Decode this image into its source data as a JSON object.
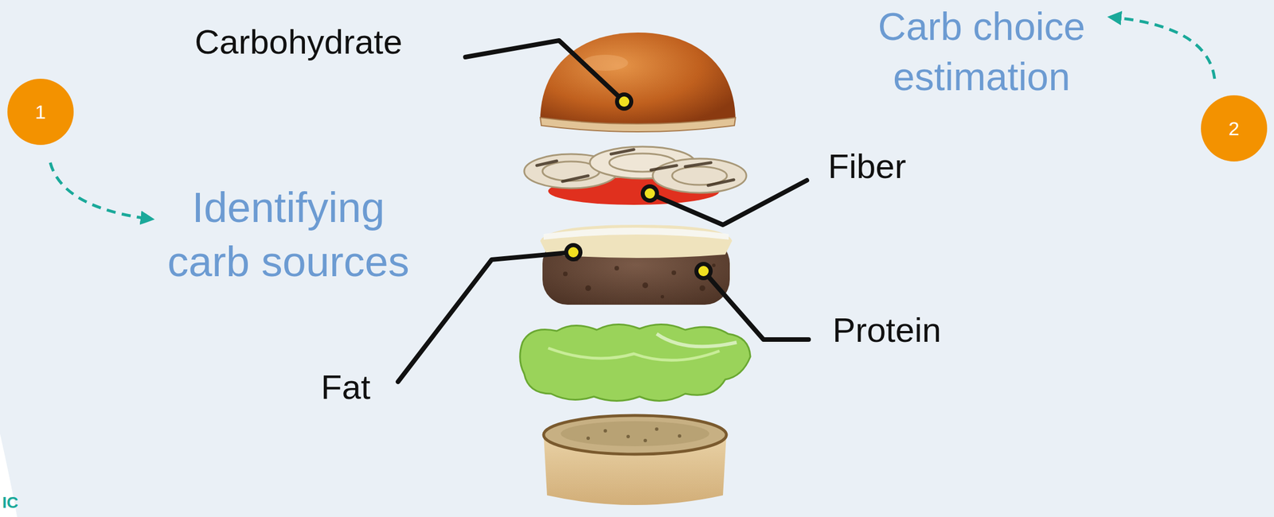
{
  "diagram": {
    "nodes": [
      {
        "text": [
          "1"
        ]
      },
      {
        "text": [
          "2"
        ]
      }
    ],
    "labels": [
      "Carb choice estimation",
      "Carbohydrate",
      "Identifying carb sources",
      "Fiber",
      "Protein",
      "Fat",
      "IC"
    ]
  }
}
